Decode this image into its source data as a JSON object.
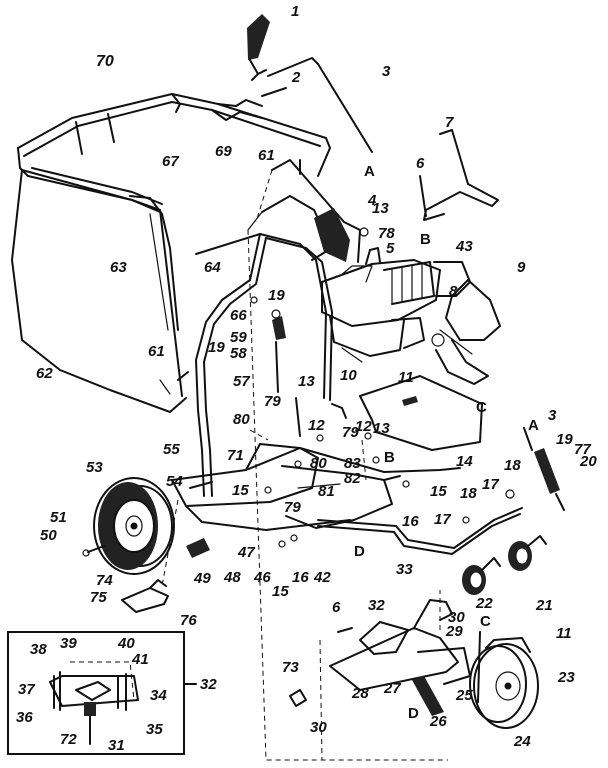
{
  "diagram": {
    "part_numbers": [
      "1",
      "2",
      "3",
      "4",
      "5",
      "6",
      "7",
      "8",
      "9",
      "10",
      "11",
      "12",
      "13",
      "14",
      "15",
      "16",
      "17",
      "18",
      "19",
      "20",
      "21",
      "22",
      "23",
      "24",
      "25",
      "26",
      "27",
      "28",
      "29",
      "30",
      "31",
      "32",
      "33",
      "34",
      "35",
      "36",
      "37",
      "38",
      "39",
      "40",
      "41",
      "42",
      "43",
      "46",
      "47",
      "48",
      "49",
      "50",
      "51",
      "53",
      "54",
      "55",
      "57",
      "58",
      "59",
      "61",
      "62",
      "63",
      "64",
      "66",
      "67",
      "69",
      "70",
      "71",
      "72",
      "73",
      "74",
      "75",
      "76",
      "77",
      "78",
      "79",
      "80",
      "81",
      "82",
      "83"
    ],
    "reference_letters": [
      "A",
      "B",
      "C",
      "D"
    ],
    "callouts": [
      {
        "id": "c1",
        "text": "1"
      },
      {
        "id": "c2",
        "text": "2"
      },
      {
        "id": "c3",
        "text": "3"
      },
      {
        "id": "c70",
        "text": "70"
      },
      {
        "id": "c7",
        "text": "7"
      },
      {
        "id": "c6",
        "text": "6"
      },
      {
        "id": "c67",
        "text": "67"
      },
      {
        "id": "c69",
        "text": "69"
      },
      {
        "id": "c61a",
        "text": "61"
      },
      {
        "id": "c4",
        "text": "4"
      },
      {
        "id": "c13a",
        "text": "13"
      },
      {
        "id": "c78",
        "text": "78"
      },
      {
        "id": "c5",
        "text": "5"
      },
      {
        "id": "c43",
        "text": "43"
      },
      {
        "id": "c63",
        "text": "63"
      },
      {
        "id": "c64",
        "text": "64"
      },
      {
        "id": "c19a",
        "text": "19"
      },
      {
        "id": "c66",
        "text": "66"
      },
      {
        "id": "c59",
        "text": "59"
      },
      {
        "id": "c58",
        "text": "58"
      },
      {
        "id": "c8",
        "text": "8"
      },
      {
        "id": "c9",
        "text": "9"
      },
      {
        "id": "c62",
        "text": "62"
      },
      {
        "id": "c61b",
        "text": "61"
      },
      {
        "id": "c19b",
        "text": "19"
      },
      {
        "id": "c57",
        "text": "57"
      },
      {
        "id": "c13b",
        "text": "13"
      },
      {
        "id": "c10",
        "text": "10"
      },
      {
        "id": "c11a",
        "text": "11"
      },
      {
        "id": "c79a",
        "text": "79"
      },
      {
        "id": "c12a",
        "text": "12"
      },
      {
        "id": "c80a",
        "text": "80"
      },
      {
        "id": "c79b",
        "text": "79"
      },
      {
        "id": "c12b",
        "text": "12"
      },
      {
        "id": "c13c",
        "text": "13"
      },
      {
        "id": "c55",
        "text": "55"
      },
      {
        "id": "c71",
        "text": "71"
      },
      {
        "id": "c80b",
        "text": "80"
      },
      {
        "id": "c83",
        "text": "83"
      },
      {
        "id": "c82",
        "text": "82"
      },
      {
        "id": "c14",
        "text": "14"
      },
      {
        "id": "c3b",
        "text": "3"
      },
      {
        "id": "c19c",
        "text": "19"
      },
      {
        "id": "c77",
        "text": "77"
      },
      {
        "id": "c20",
        "text": "20"
      },
      {
        "id": "c53",
        "text": "53"
      },
      {
        "id": "c81",
        "text": "81"
      },
      {
        "id": "c15a",
        "text": "15"
      },
      {
        "id": "c18a",
        "text": "18"
      },
      {
        "id": "c17a",
        "text": "17"
      },
      {
        "id": "c54",
        "text": "54"
      },
      {
        "id": "c15b",
        "text": "15"
      },
      {
        "id": "c79c",
        "text": "79"
      },
      {
        "id": "c16a",
        "text": "16"
      },
      {
        "id": "c18b",
        "text": "18"
      },
      {
        "id": "c17b",
        "text": "17"
      },
      {
        "id": "c51",
        "text": "51"
      },
      {
        "id": "c50",
        "text": "50"
      },
      {
        "id": "c47",
        "text": "47"
      },
      {
        "id": "c46",
        "text": "46"
      },
      {
        "id": "c42",
        "text": "42"
      },
      {
        "id": "c16b",
        "text": "16"
      },
      {
        "id": "c33",
        "text": "33"
      },
      {
        "id": "c49",
        "text": "49"
      },
      {
        "id": "c48",
        "text": "48"
      },
      {
        "id": "c15c",
        "text": "15"
      },
      {
        "id": "c21",
        "text": "21"
      },
      {
        "id": "c74",
        "text": "74"
      },
      {
        "id": "c75",
        "text": "75"
      },
      {
        "id": "c76",
        "text": "76"
      },
      {
        "id": "c6b",
        "text": "6"
      },
      {
        "id": "c32a",
        "text": "32"
      },
      {
        "id": "c22",
        "text": "22"
      },
      {
        "id": "c30a",
        "text": "30"
      },
      {
        "id": "c29",
        "text": "29"
      },
      {
        "id": "c11b",
        "text": "11"
      },
      {
        "id": "c38",
        "text": "38"
      },
      {
        "id": "c39",
        "text": "39"
      },
      {
        "id": "c40",
        "text": "40"
      },
      {
        "id": "c41",
        "text": "41"
      },
      {
        "id": "c32b",
        "text": "32"
      },
      {
        "id": "c37",
        "text": "37"
      },
      {
        "id": "c34",
        "text": "34"
      },
      {
        "id": "c36",
        "text": "36"
      },
      {
        "id": "c35",
        "text": "35"
      },
      {
        "id": "c72",
        "text": "72"
      },
      {
        "id": "c31",
        "text": "31"
      },
      {
        "id": "c73",
        "text": "73"
      },
      {
        "id": "c28",
        "text": "28"
      },
      {
        "id": "c27",
        "text": "27"
      },
      {
        "id": "c26",
        "text": "26"
      },
      {
        "id": "c25",
        "text": "25"
      },
      {
        "id": "c23",
        "text": "23"
      },
      {
        "id": "c24",
        "text": "24"
      },
      {
        "id": "c30b",
        "text": "30"
      }
    ],
    "letters": [
      {
        "id": "lA1",
        "text": "A"
      },
      {
        "id": "lB1",
        "text": "B"
      },
      {
        "id": "lC1",
        "text": "C"
      },
      {
        "id": "lB2",
        "text": "B"
      },
      {
        "id": "lA2",
        "text": "A"
      },
      {
        "id": "lD1",
        "text": "D"
      },
      {
        "id": "lC2",
        "text": "C"
      },
      {
        "id": "lD2",
        "text": "D"
      }
    ]
  }
}
